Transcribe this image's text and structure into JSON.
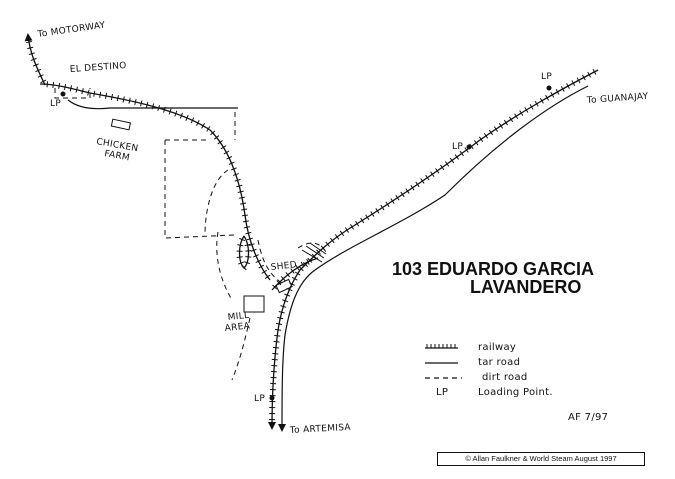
{
  "map": {
    "title_line1": "103 EDUARDO GARCIA",
    "title_line2": "LAVANDERO",
    "destinations": {
      "motorway": "To MOTORWAY",
      "guanajay": "To GUANAJAY",
      "artemisa": "To ARTEMISA"
    },
    "places": {
      "el_destino": "EL DESTINO",
      "chicken": "CHICKEN",
      "farm": "FARM",
      "shed": "SHED",
      "mill": "MILL",
      "area": "AREA"
    },
    "loading_point_abbrev": "LP",
    "legend": {
      "railway": "railway",
      "tar_road": "tar road",
      "dirt_road": "dirt road",
      "lp_abbrev": "LP",
      "loading_point": "Loading Point."
    },
    "signature": "AF 7/97",
    "copyright": "© Allan Faulkner & World Steam August 1997"
  }
}
